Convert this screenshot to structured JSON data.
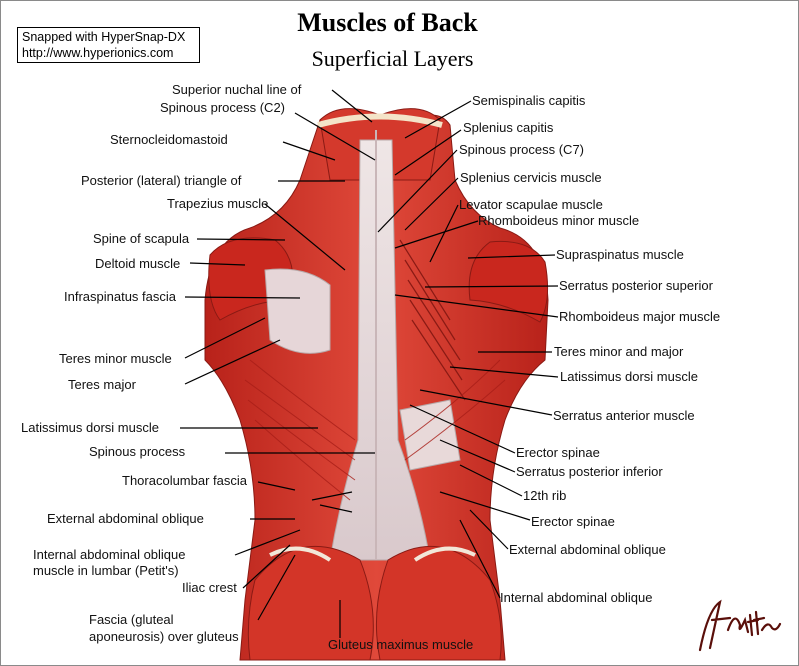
{
  "header": {
    "title": "Muscles of Back",
    "subtitle": "Superficial Layers"
  },
  "watermark": {
    "line1": "Snapped with HyperSnap-DX",
    "line2": "http://www.hyperionics.com"
  },
  "labels_left": [
    "Superior nuchal line of",
    "Spinous process (C2)",
    "Sternocleidomastoid",
    "Posterior (lateral) triangle of",
    "Trapezius muscle",
    "Spine of scapula",
    "Deltoid muscle",
    "Infraspinatus fascia",
    "Teres minor muscle",
    "Teres major",
    "Latissimus dorsi muscle",
    "Spinous process",
    "Thoracolumbar fascia",
    "External abdominal oblique",
    "Internal abdominal oblique",
    "muscle in lumbar (Petit's)",
    "Iliac crest",
    "Fascia (gluteal",
    "aponeurosis) over gluteus"
  ],
  "labels_right": [
    "Semispinalis capitis",
    "Splenius capitis",
    "Spinous process (C7)",
    "Splenius cervicis muscle",
    "Levator scapulae muscle",
    "Rhomboideus minor muscle",
    "Supraspinatus muscle",
    "Serratus posterior superior",
    "Rhomboideus major muscle",
    "Teres minor and major",
    "Latissimus dorsi muscle",
    "Serratus anterior muscle",
    "Erector spinae",
    "Serratus posterior inferior",
    "12th rib",
    "Erector spinae",
    "External abdominal oblique",
    "Internal abdominal oblique"
  ],
  "labels_bottom": [
    "Gluteus maximus muscle"
  ],
  "colors": {
    "muscle": "#d9372c",
    "muscle_dark": "#a81e18",
    "fascia": "#e8dcdc",
    "tendon": "#f2e7d8"
  }
}
